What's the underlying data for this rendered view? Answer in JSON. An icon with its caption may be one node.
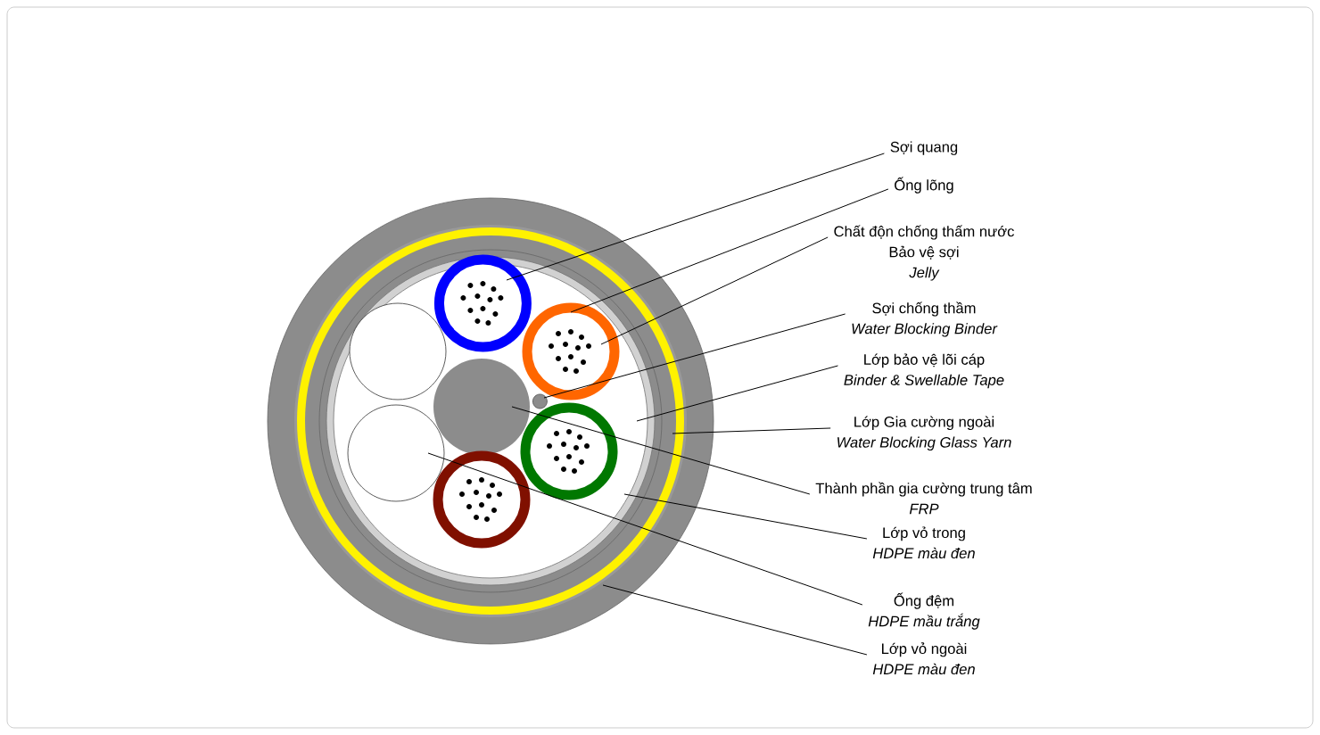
{
  "diagram": {
    "nodes": [
      {
        "text": [
          "Sợi quang"
        ]
      },
      {
        "text": [
          "Ống lõng"
        ]
      },
      {
        "text": [
          "Chất độn chống thấm nước",
          "Bảo vệ sợi",
          "Jelly"
        ]
      },
      {
        "text": [
          "Sợi chống thầm",
          "Water Blocking Binder"
        ]
      },
      {
        "text": [
          "Lớp bảo vệ lõi cáp",
          "Binder & Swellable Tape"
        ]
      },
      {
        "text": [
          "Lớp Gia cường ngoài",
          "Water Blocking Glass Yarn"
        ]
      },
      {
        "text": [
          "Thành phần gia cường trung tâm",
          "FRP"
        ]
      },
      {
        "text": [
          "Lớp vỏ trong",
          "HDPE  màu đen"
        ]
      },
      {
        "text": [
          "Ống đệm",
          "HDPE mầu trắng"
        ]
      },
      {
        "text": [
          "Lớp vỏ ngoài",
          "HDPE màu đen"
        ]
      }
    ],
    "edges": [
      {
        "from": 0,
        "to": null,
        "arrow": "none"
      },
      {
        "from": 1,
        "to": null,
        "arrow": "none"
      },
      {
        "from": 2,
        "to": null,
        "arrow": "none"
      },
      {
        "from": 3,
        "to": null,
        "arrow": "none"
      },
      {
        "from": 4,
        "to": null,
        "arrow": "none"
      },
      {
        "from": 5,
        "to": null,
        "arrow": "none"
      },
      {
        "from": 6,
        "to": null,
        "arrow": "none"
      },
      {
        "from": 7,
        "to": null,
        "arrow": "none"
      },
      {
        "from": 8,
        "to": null,
        "arrow": "none"
      },
      {
        "from": 9,
        "to": null,
        "arrow": "none"
      }
    ]
  }
}
